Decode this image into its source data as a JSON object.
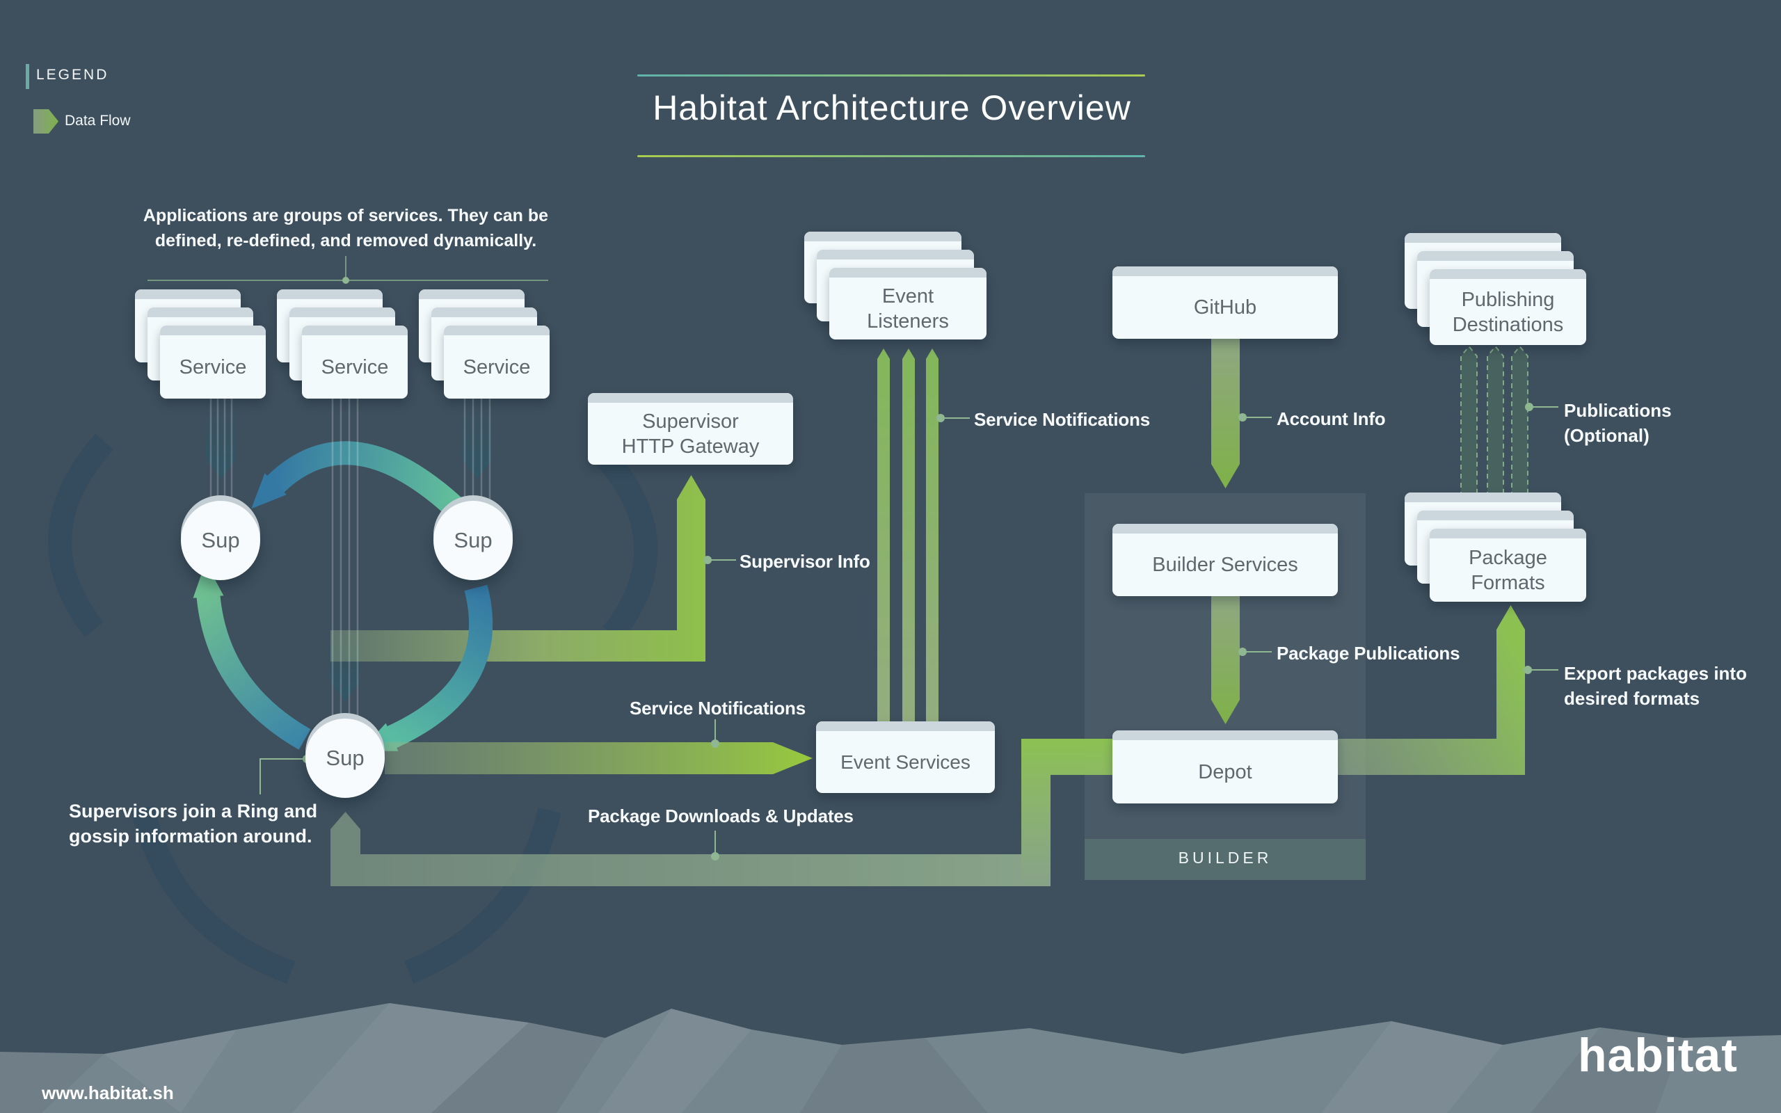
{
  "title": "Habitat Architecture Overview",
  "legend": {
    "heading": "LEGEND",
    "data_flow_label": "Data Flow"
  },
  "notes": {
    "applications_line1": "Applications are groups of services. They can be",
    "applications_line2": "defined, re-defined, and removed dynamically.",
    "ring_line1": "Supervisors join a Ring and",
    "ring_line2": "gossip information around."
  },
  "flow_labels": {
    "supervisor_info": "Supervisor Info",
    "service_notifications_right": "Service Notifications",
    "service_notifications_left": "Service Notifications",
    "package_downloads": "Package Downloads & Updates",
    "account_info": "Account Info",
    "package_publications": "Package Publications",
    "publications_line1": "Publications",
    "publications_line2": "(Optional)",
    "export_line1": "Export packages into",
    "export_line2": "desired formats"
  },
  "nodes": {
    "service": "Service",
    "sup": "Sup",
    "gateway_line1": "Supervisor",
    "gateway_line2": "HTTP Gateway",
    "event_listeners_line1": "Event",
    "event_listeners_line2": "Listeners",
    "event_services": "Event Services",
    "github": "GitHub",
    "builder_services": "Builder Services",
    "depot": "Depot",
    "builder_zone": "BUILDER",
    "publishing_line1": "Publishing",
    "publishing_line2": "Destinations",
    "formats_line1": "Package",
    "formats_line2": "Formats"
  },
  "footer": {
    "url": "www.habitat.sh",
    "logo": "habitat"
  },
  "colors": {
    "background": "#3E4F5D",
    "card": "#F3FAFC",
    "card_header": "#CBD6DD",
    "card_text": "#5E686D",
    "bright_green": "#97C93D",
    "sage_green": "#94B57A",
    "teal": "#5ABDA2",
    "blue": "#3478A4",
    "label_text": "#FFFFFF",
    "connector": "#8FB792",
    "mountain": "#76868F"
  }
}
